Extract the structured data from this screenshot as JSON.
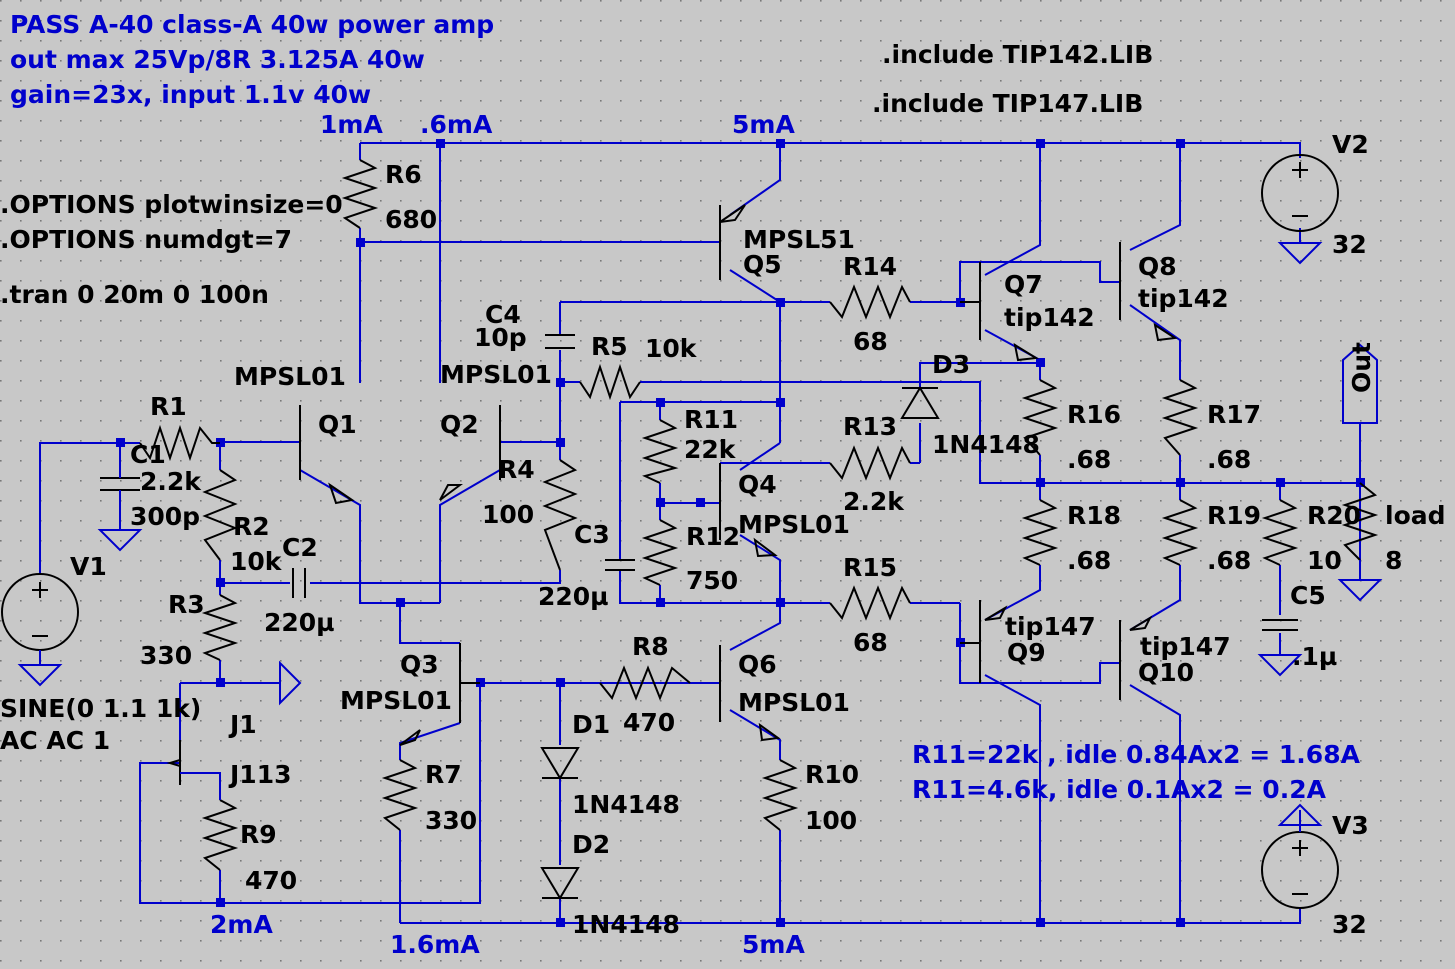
{
  "header_lines": [
    "PASS A-40 class-A 40w power amp",
    "out max 25Vp/8R 3.125A 40w",
    "gain=23x, input 1.1v 40w"
  ],
  "directives": [
    ".include TIP142.LIB",
    ".include  TIP147.LIB",
    ".OPTIONS plotwinsize=0",
    ".OPTIONS numdgt=7",
    ".tran 0 20m 0 100n"
  ],
  "notes": [
    "R11=22k , idle 0.84Ax2 = 1.68A",
    "R11=4.6k, idle 0.1Ax2 = 0.2A"
  ],
  "currents": {
    "i_1ma": "1mA",
    "i_06ma": ".6mA",
    "i_5ma_top": "5mA",
    "i_2ma": "2mA",
    "i_16ma": "1.6mA",
    "i_5ma_bot": "5mA"
  },
  "labels": {
    "R1": "R1",
    "R1v": "2.2k",
    "R2": "R2",
    "R2v": "10k",
    "R3": "R3",
    "R3v": "330",
    "R4": "R4",
    "R4v": "100",
    "R5": "R5",
    "R5v": "10k",
    "R6": "R6",
    "R6v": "680",
    "R7": "R7",
    "R7v": "330",
    "R8": "R8",
    "R8v": "470",
    "R9": "R9",
    "R9v": "470",
    "R10": "R10",
    "R10v": "100",
    "R11": "R11",
    "R11v": "22k",
    "R12": "R12",
    "R12v": "750",
    "R13": "R13",
    "R13v": "2.2k",
    "R14": "R14",
    "R14v": "68",
    "R15": "R15",
    "R15v": "68",
    "R16": "R16",
    "R16v": ".68",
    "R17": "R17",
    "R17v": ".68",
    "R18": "R18",
    "R18v": ".68",
    "R19": "R19",
    "R19v": ".68",
    "R20": "R20",
    "R20v": "10",
    "load": "load",
    "loadv": "8",
    "C1": "C1",
    "C1v": "300p",
    "C2": "C2",
    "C2v": "220µ",
    "C3": "C3",
    "C3v": "220µ",
    "C4": "C4",
    "C4v": "10p",
    "C5": "C5",
    "C5v": ".1µ",
    "Q1": "Q1",
    "Q1m": "MPSL01",
    "Q2": "Q2",
    "Q2m": "MPSL01",
    "Q3": "Q3",
    "Q3m": "MPSL01",
    "Q4": "Q4",
    "Q4m": "MPSL01",
    "Q5": "Q5",
    "Q5m": "MPSL51",
    "Q6": "Q6",
    "Q6m": "MPSL01",
    "Q7": "Q7",
    "Q7m": "tip142",
    "Q8": "Q8",
    "Q8m": "tip142",
    "Q9": "Q9",
    "Q9m": "tip147",
    "Q10": "Q10",
    "Q10m": "tip147",
    "D1": "D1",
    "D1m": "1N4148",
    "D2": "D2",
    "D2m": "1N4148",
    "D3": "D3",
    "D3m": "1N4148",
    "J1": "J1",
    "J1m": "J113",
    "V1": "V1",
    "V1a": "SINE(0 1.1 1k)",
    "V1b": "AC AC 1",
    "V2": "V2",
    "V2v": "32",
    "V3": "V3",
    "V3v": "32",
    "out": "Out"
  },
  "colors": {
    "wire": "#0000cc",
    "background": "#c8c8c8",
    "component": "#000000"
  }
}
